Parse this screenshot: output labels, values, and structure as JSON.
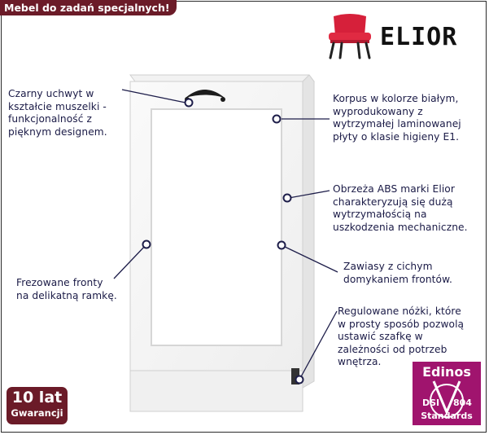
{
  "banner": {
    "text": "Mebel do zadań specjalnych!"
  },
  "brand": {
    "name": "ELIOR",
    "icon": "red-armchair-icon",
    "icon_color": "#d6203a"
  },
  "callouts": {
    "handle": [
      "Czarny uchwyt w",
      "kształcie muszelki -",
      "funkcjonalność z",
      "pięknym designem."
    ],
    "body": [
      "Korpus w kolorze białym,",
      "wyprodukowany z",
      "wytrzymałej laminowanej",
      "płyty o klasie higieny E1."
    ],
    "edges": [
      "Obrzeża ABS marki Elior",
      "charakteryzują się dużą",
      "wytrzymałością na",
      "uszkodzenia mechaniczne."
    ],
    "fronts": [
      "Frezowane fronty",
      "na delikatną ramkę."
    ],
    "hinges": [
      "Zawiasy z cichym",
      "domykaniem frontów."
    ],
    "legs": [
      "Regulowane nóżki, które",
      "w prosty sposób pozwolą",
      "ustawić szafkę w",
      "zależności od potrzeb",
      "wnętrza."
    ]
  },
  "warranty": {
    "number": "10 lat",
    "label": "Gwarancji"
  },
  "certificate": {
    "title": "Edinos",
    "dsi": "DSI",
    "code": "804",
    "standards": "Standards"
  },
  "colors": {
    "brand_maroon": "#6b1b28",
    "accent_magenta": "#a0146e",
    "text_navy": "#1a1a46"
  }
}
